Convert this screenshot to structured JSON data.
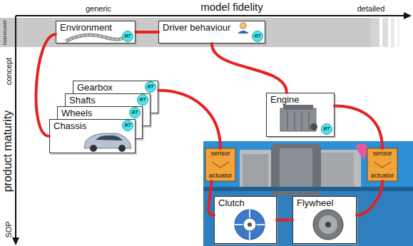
{
  "diagram": {
    "nodes": [
      {
        "text": [
          "maneuver"
        ]
      },
      {
        "text": [
          "Environment"
        ],
        "in": 0
      },
      {
        "text": [
          "RT"
        ],
        "in": 1
      },
      {
        "text": [
          "Driver behaviour"
        ],
        "in": 0
      },
      {
        "text": [
          "RT"
        ],
        "in": 3
      },
      {
        "text": [
          "Gearbox"
        ]
      },
      {
        "text": [
          "RT"
        ],
        "in": 5
      },
      {
        "text": [
          "Shafts"
        ]
      },
      {
        "text": [
          "RT"
        ],
        "in": 7
      },
      {
        "text": [
          "Wheels"
        ]
      },
      {
        "text": [
          "RT"
        ],
        "in": 9
      },
      {
        "text": [
          "Chassis"
        ]
      },
      {
        "text": [
          "RT"
        ],
        "in": 11
      },
      {
        "text": [
          "Engine"
        ]
      },
      {
        "text": [
          "RT"
        ],
        "in": 13
      },
      {
        "text": [
          "sensor",
          "actuator"
        ]
      },
      {
        "text": [
          "sensor",
          "actuator"
        ]
      },
      {
        "text": [
          "Clutch"
        ]
      },
      {
        "text": [
          "Flywheel"
        ]
      }
    ],
    "edges": [
      {
        "from": 1,
        "to": 3,
        "arrow": "none"
      },
      {
        "from": 1,
        "to": 11,
        "arrow": "none"
      },
      {
        "from": 3,
        "to": 13,
        "arrow": "none"
      },
      {
        "from": 5,
        "to": 15,
        "arrow": "none"
      },
      {
        "from": 15,
        "to": 17,
        "arrow": "none"
      },
      {
        "from": 13,
        "to": 16,
        "arrow": "none"
      },
      {
        "from": 16,
        "to": 18,
        "arrow": "none"
      },
      {
        "from": 17,
        "to": 18,
        "arrow": "none"
      }
    ],
    "labels": [
      "model fidelity",
      "generic",
      "detailed",
      "concept",
      "product maturity",
      "SOP"
    ]
  }
}
